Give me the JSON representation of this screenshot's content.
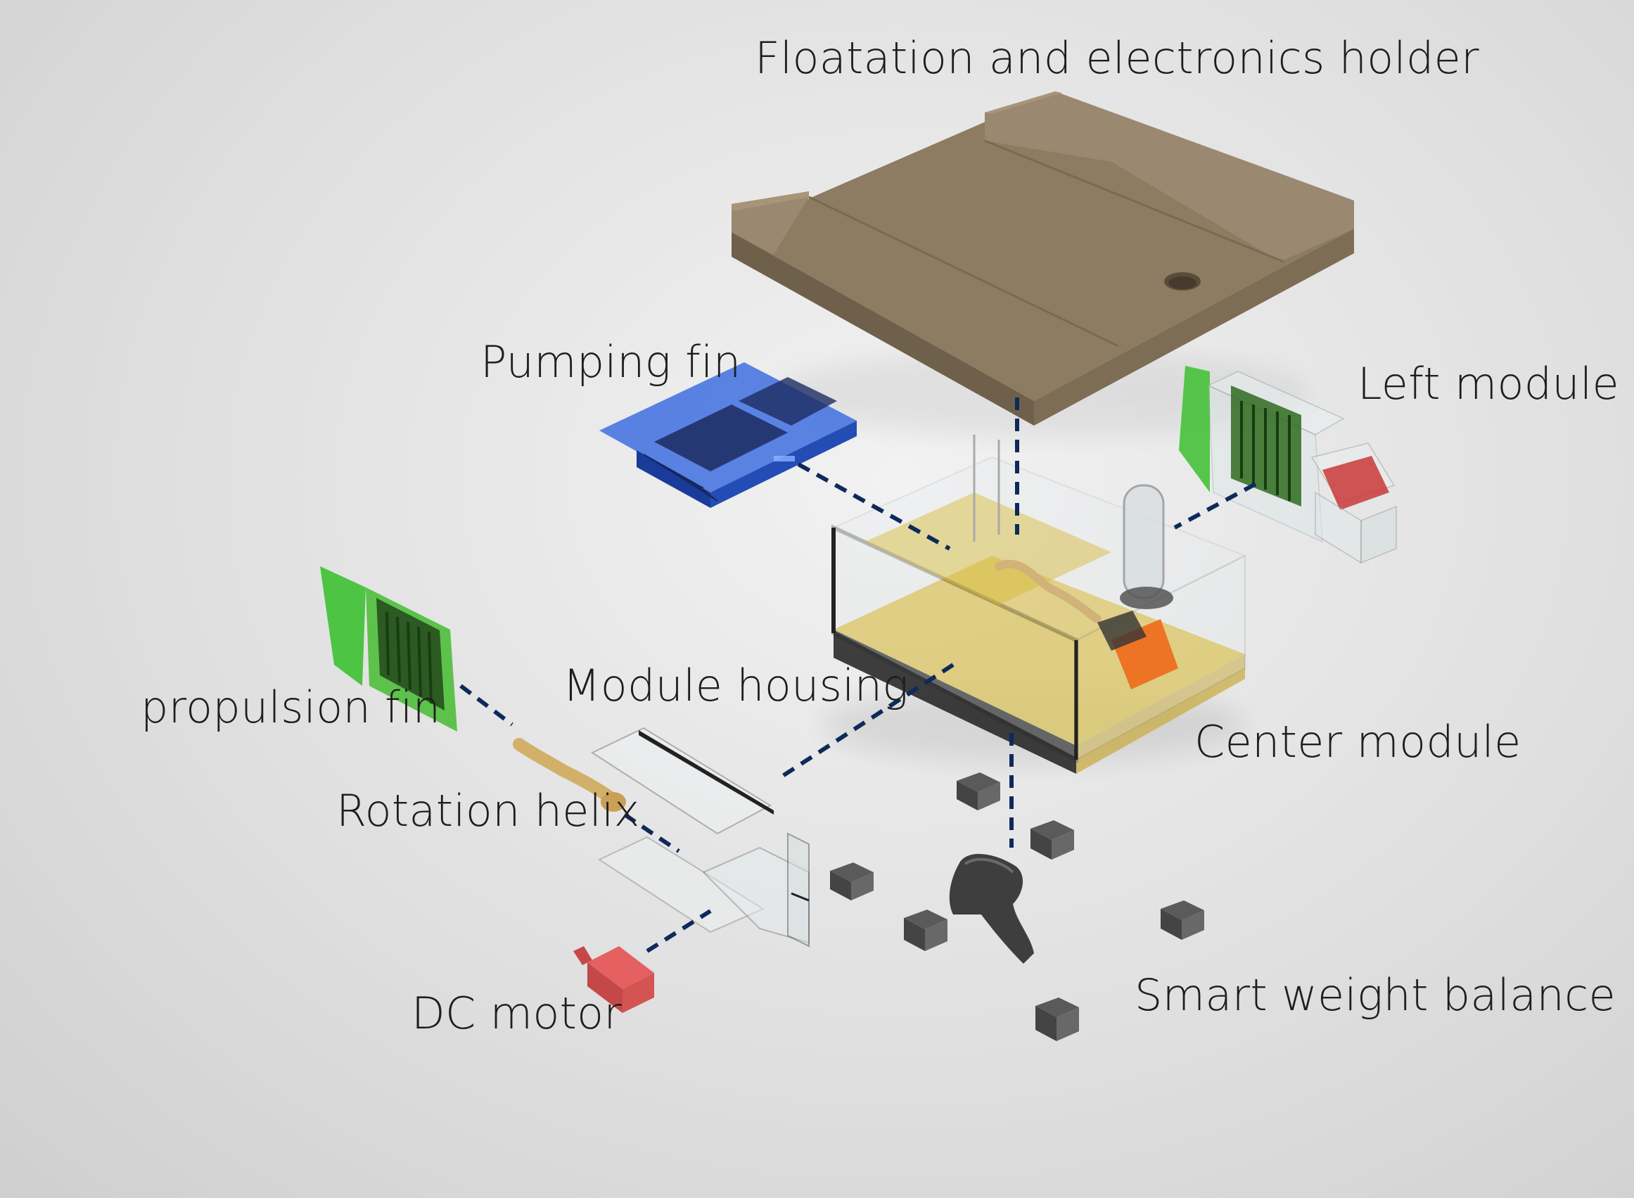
{
  "labels": {
    "floatation": "Floatation and electronics holder",
    "pumping_fin": "Pumping fin",
    "left_module": "Left module",
    "propulsion_fin": "propulsion fin",
    "module_housing": "Module housing",
    "center_module": "Center module",
    "rotation_helix": "Rotation helix",
    "dc_motor": "DC motor",
    "smart_weight": "Smart weight balance"
  },
  "colors": {
    "leader_line": "#0d2a5a",
    "wood": "#8d7b62",
    "fin_blue": "#2f5fd0",
    "fin_green": "#45c23a",
    "base_yellow": "#d8b830",
    "motor_red": "#d94848",
    "weight_gray": "#555555"
  }
}
